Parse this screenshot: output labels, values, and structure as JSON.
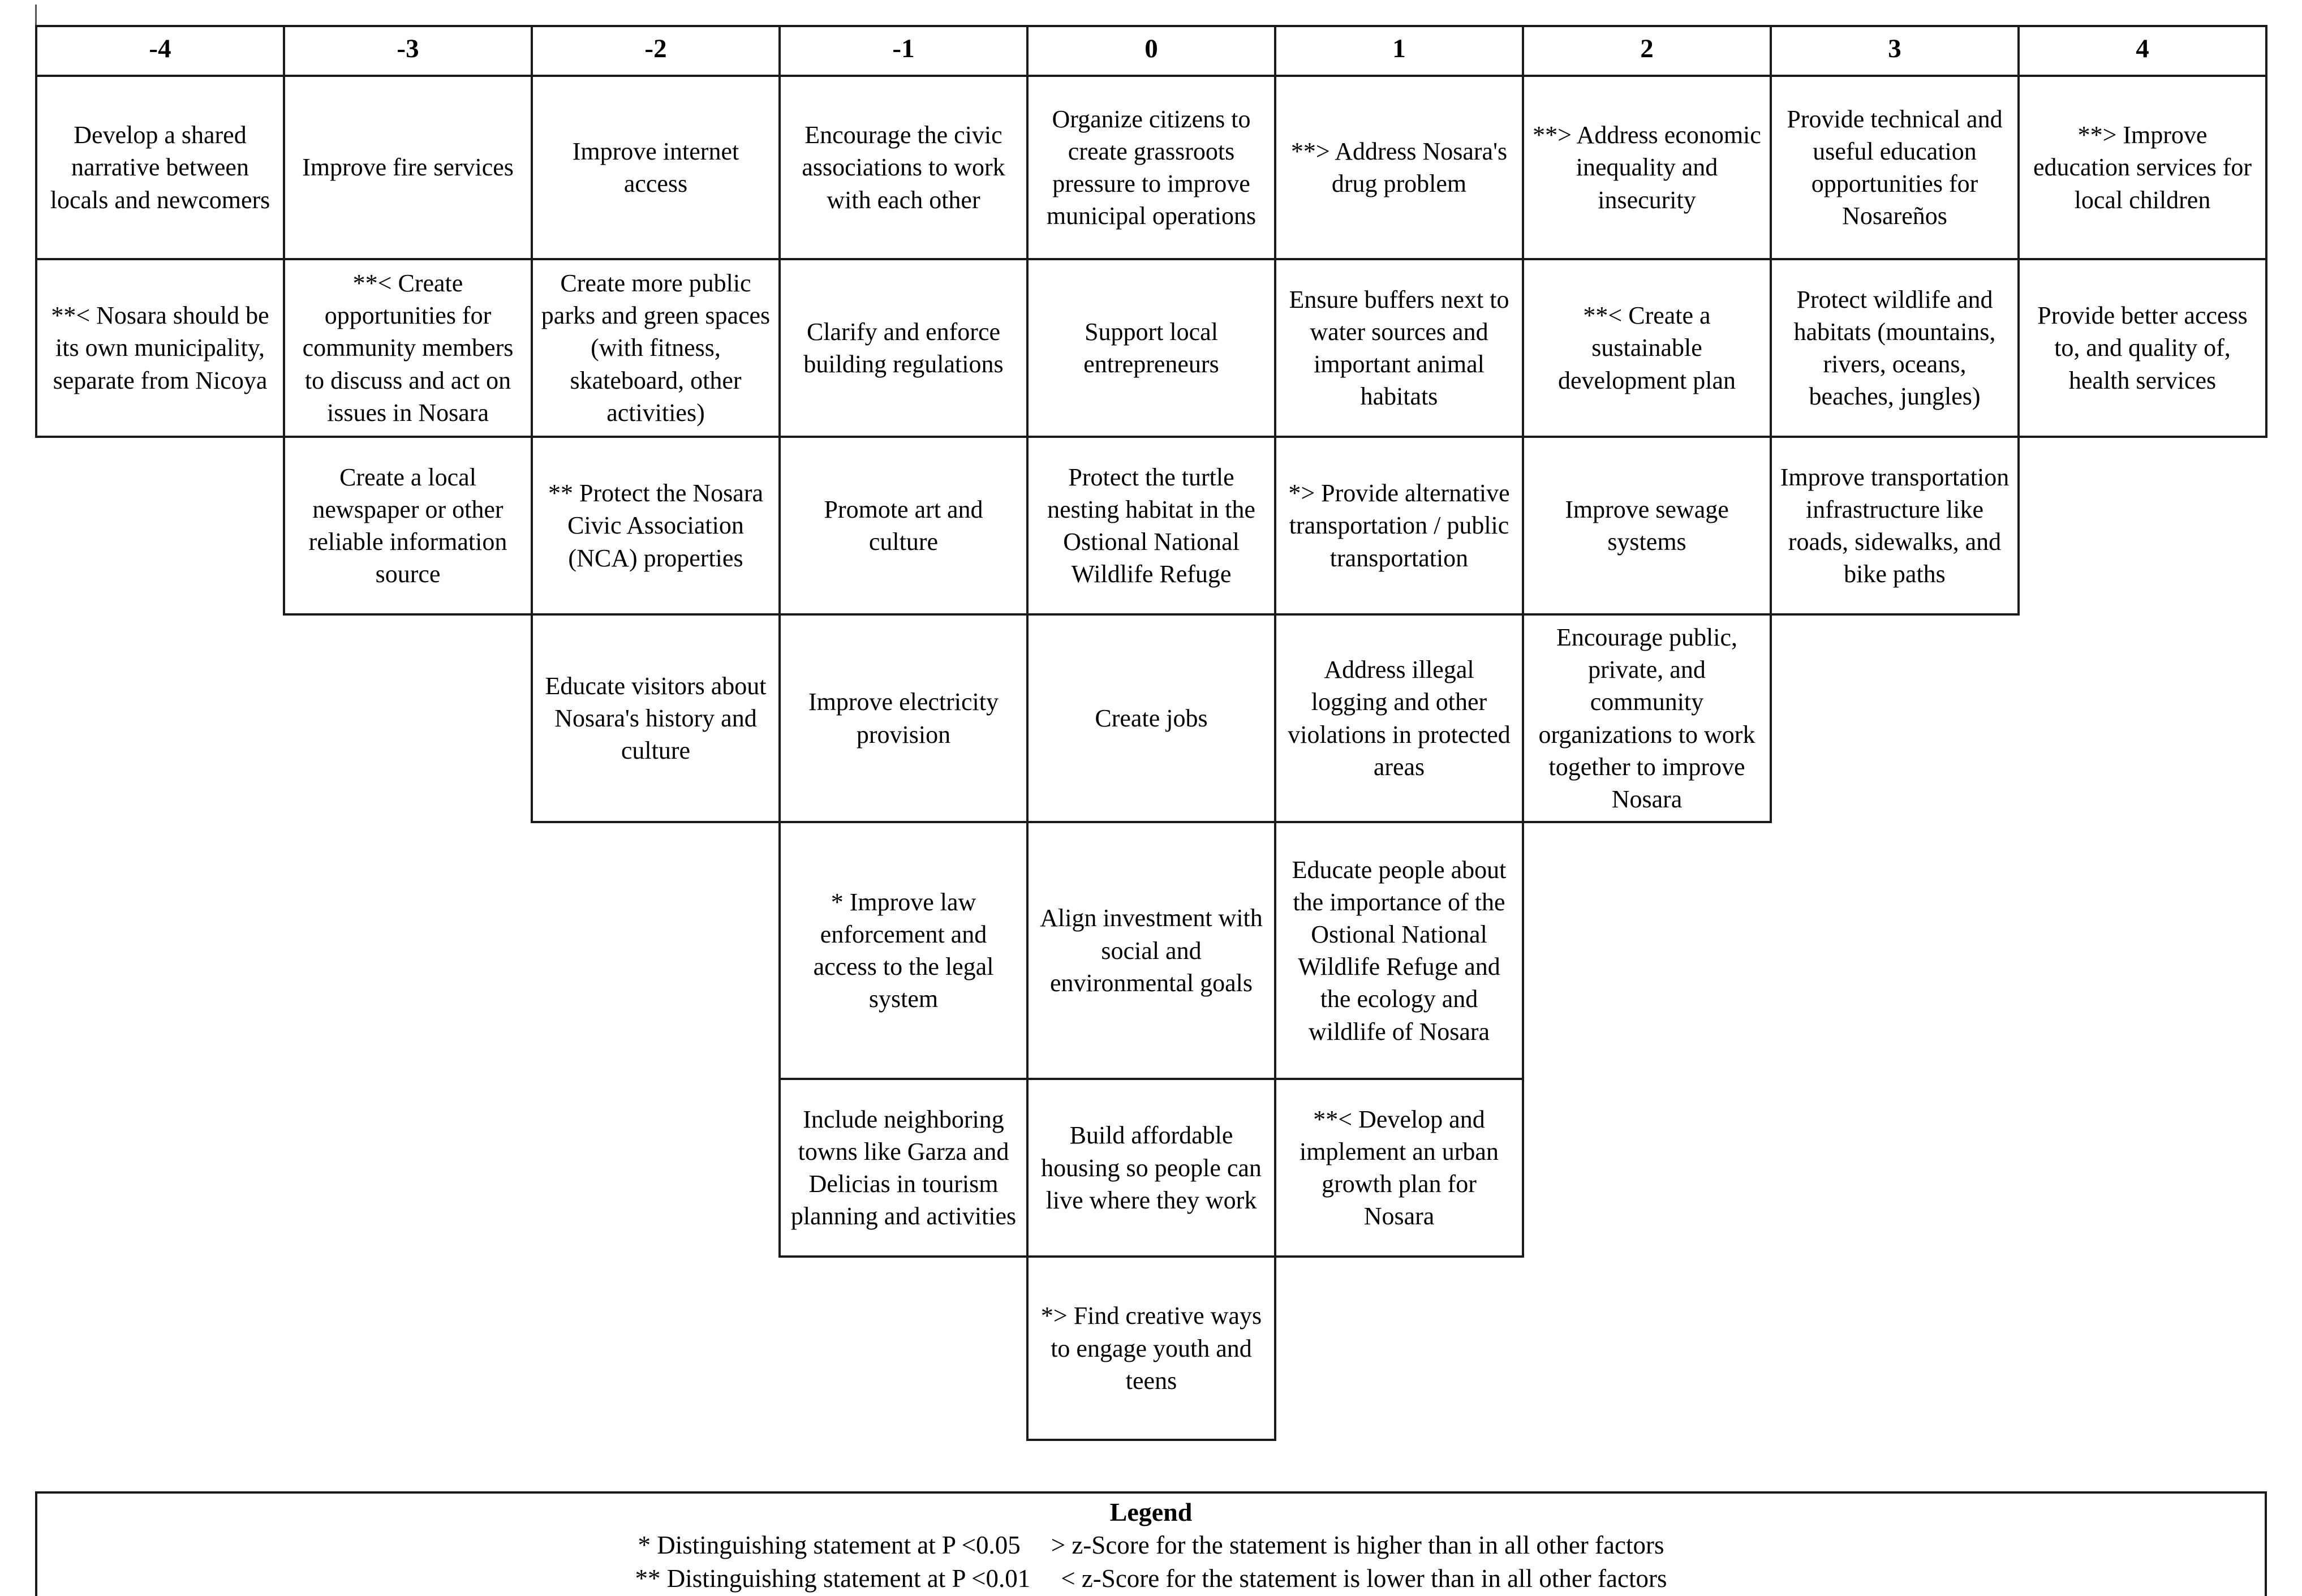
{
  "grid": {
    "column_headers": [
      "-4",
      "-3",
      "-2",
      "-1",
      "0",
      "1",
      "2",
      "3",
      "4"
    ],
    "rows": [
      [
        "Develop a shared narrative between locals and newcomers",
        "Improve fire services",
        "Improve internet access",
        "Encourage the civic associations to work with each other",
        "Organize citizens to create grassroots pressure to improve municipal operations",
        "**> Address Nosara's drug problem",
        "**> Address economic inequality and insecurity",
        "Provide technical and useful education opportunities for Nosareños",
        "**> Improve education services for local children"
      ],
      [
        "**< Nosara should be its own municipality, separate from Nicoya",
        "**< Create opportunities for community members to discuss and act on issues in Nosara",
        "Create more public parks and green spaces (with fitness, skateboard, other activities)",
        "Clarify and enforce building regulations",
        "Support local entrepreneurs",
        "Ensure buffers next to water sources and important animal habitats",
        "**< Create a sustainable development plan",
        "Protect wildlife and habitats (mountains, rivers, oceans, beaches, jungles)",
        "Provide better access to, and quality of, health services"
      ],
      [
        null,
        "Create a local newspaper or other reliable information source",
        "** Protect the Nosara Civic Association (NCA) properties",
        "Promote art and culture",
        "Protect the turtle nesting habitat in the Ostional National Wildlife Refuge",
        "*> Provide alternative transportation / public transportation",
        "Improve sewage systems",
        "Improve transportation infrastructure like roads, sidewalks, and bike paths",
        null
      ],
      [
        null,
        null,
        "Educate visitors about Nosara's history and culture",
        "Improve electricity provision",
        "Create jobs",
        "Address illegal logging and other violations in protected areas",
        "Encourage public, private, and community organizations to work together to improve Nosara",
        null,
        null
      ],
      [
        null,
        null,
        null,
        "* Improve law enforcement and access to the legal system",
        "Align investment with social and environmental goals",
        "Educate people about the importance of the Ostional National Wildlife Refuge and the ecology and wildlife of Nosara",
        null,
        null,
        null
      ],
      [
        null,
        null,
        null,
        "Include neighboring towns like Garza and Delicias in tourism planning and activities",
        "Build affordable housing so people can live where they work",
        "**< Develop and implement an urban growth plan for Nosara",
        null,
        null,
        null
      ],
      [
        null,
        null,
        null,
        null,
        "*> Find creative ways to engage youth and teens",
        null,
        null,
        null,
        null
      ]
    ]
  },
  "legend": {
    "title": "Legend",
    "line1_left": "* Distinguishing statement at P <0.05",
    "line1_right": ">  z-Score for the statement is higher than in all other factors",
    "line2_left": "** Distinguishing statement at P <0.01",
    "line2_right": "<  z-Score for the statement is lower than in all other factors"
  }
}
